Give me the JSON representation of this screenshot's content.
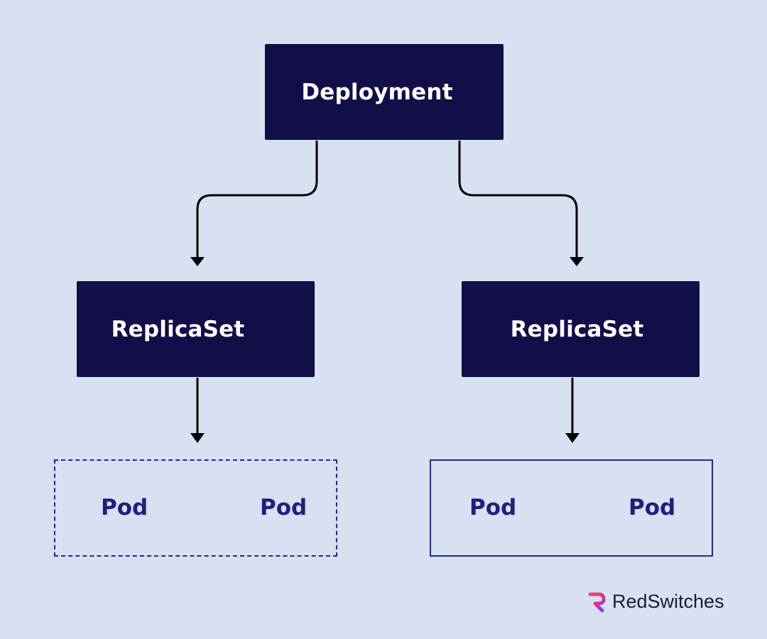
{
  "diagram": {
    "root": {
      "label": "Deployment"
    },
    "replicasets": [
      {
        "label": "ReplicaSet"
      },
      {
        "label": "ReplicaSet"
      }
    ],
    "pod_groups": [
      {
        "border_style": "dashed",
        "pods": [
          "Pod",
          "Pod"
        ]
      },
      {
        "border_style": "solid",
        "pods": [
          "Pod",
          "Pod"
        ]
      }
    ]
  },
  "brand": {
    "name": "RedSwitches",
    "logo_icon": "redswitches-logo-icon"
  },
  "colors": {
    "background": "#d7e1f1",
    "node_fill": "#120e48",
    "node_text": "#ffffff",
    "pod_text": "#221f7a",
    "pod_border": "#2a2782",
    "connector": "#000000"
  }
}
